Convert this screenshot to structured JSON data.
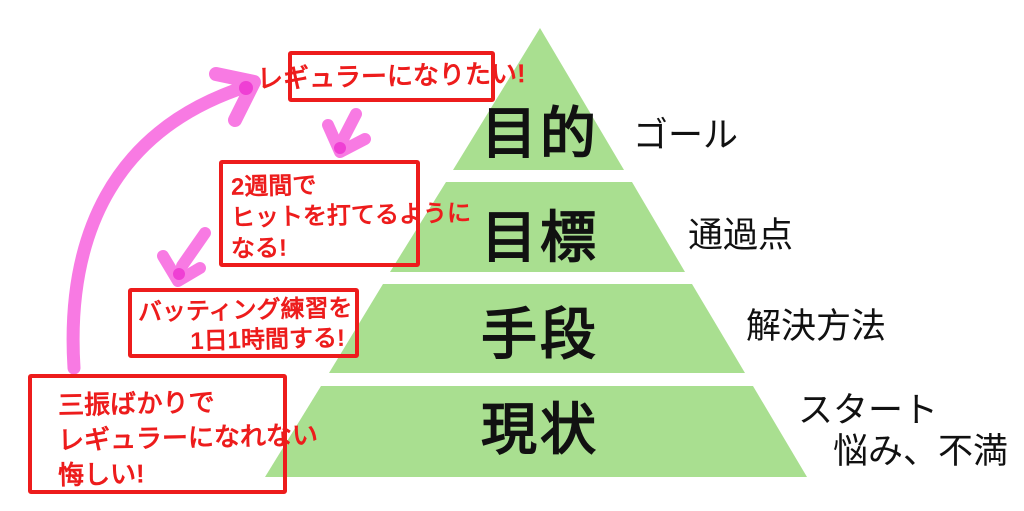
{
  "diagram": {
    "type": "goal-setting-pyramid"
  },
  "pyramid": {
    "levels": [
      {
        "label": "目的",
        "side_label": "ゴール"
      },
      {
        "label": "目標",
        "side_label": "通過点"
      },
      {
        "label": "手段",
        "side_label": "解決方法"
      },
      {
        "label": "現状",
        "side_label": "スタート",
        "side_label2": "悩み、不満"
      }
    ]
  },
  "notes": [
    {
      "lines": [
        "レギュラーになりたい!"
      ]
    },
    {
      "lines": [
        "2週間で",
        "ヒットを打てるように",
        "なる!"
      ]
    },
    {
      "lines": [
        "バッティング練習を",
        "1日1時間する!"
      ]
    },
    {
      "lines": [
        "三振ばかりで",
        "レギュラーになれない",
        "悔しい!"
      ]
    }
  ],
  "colors": {
    "pyramid_fill": "#a9df90",
    "note_red": "#ed1c1c",
    "arrow_pink": "#f87ae3",
    "arrow_pink_dark": "#ef3fd4",
    "text_black": "#111111"
  }
}
